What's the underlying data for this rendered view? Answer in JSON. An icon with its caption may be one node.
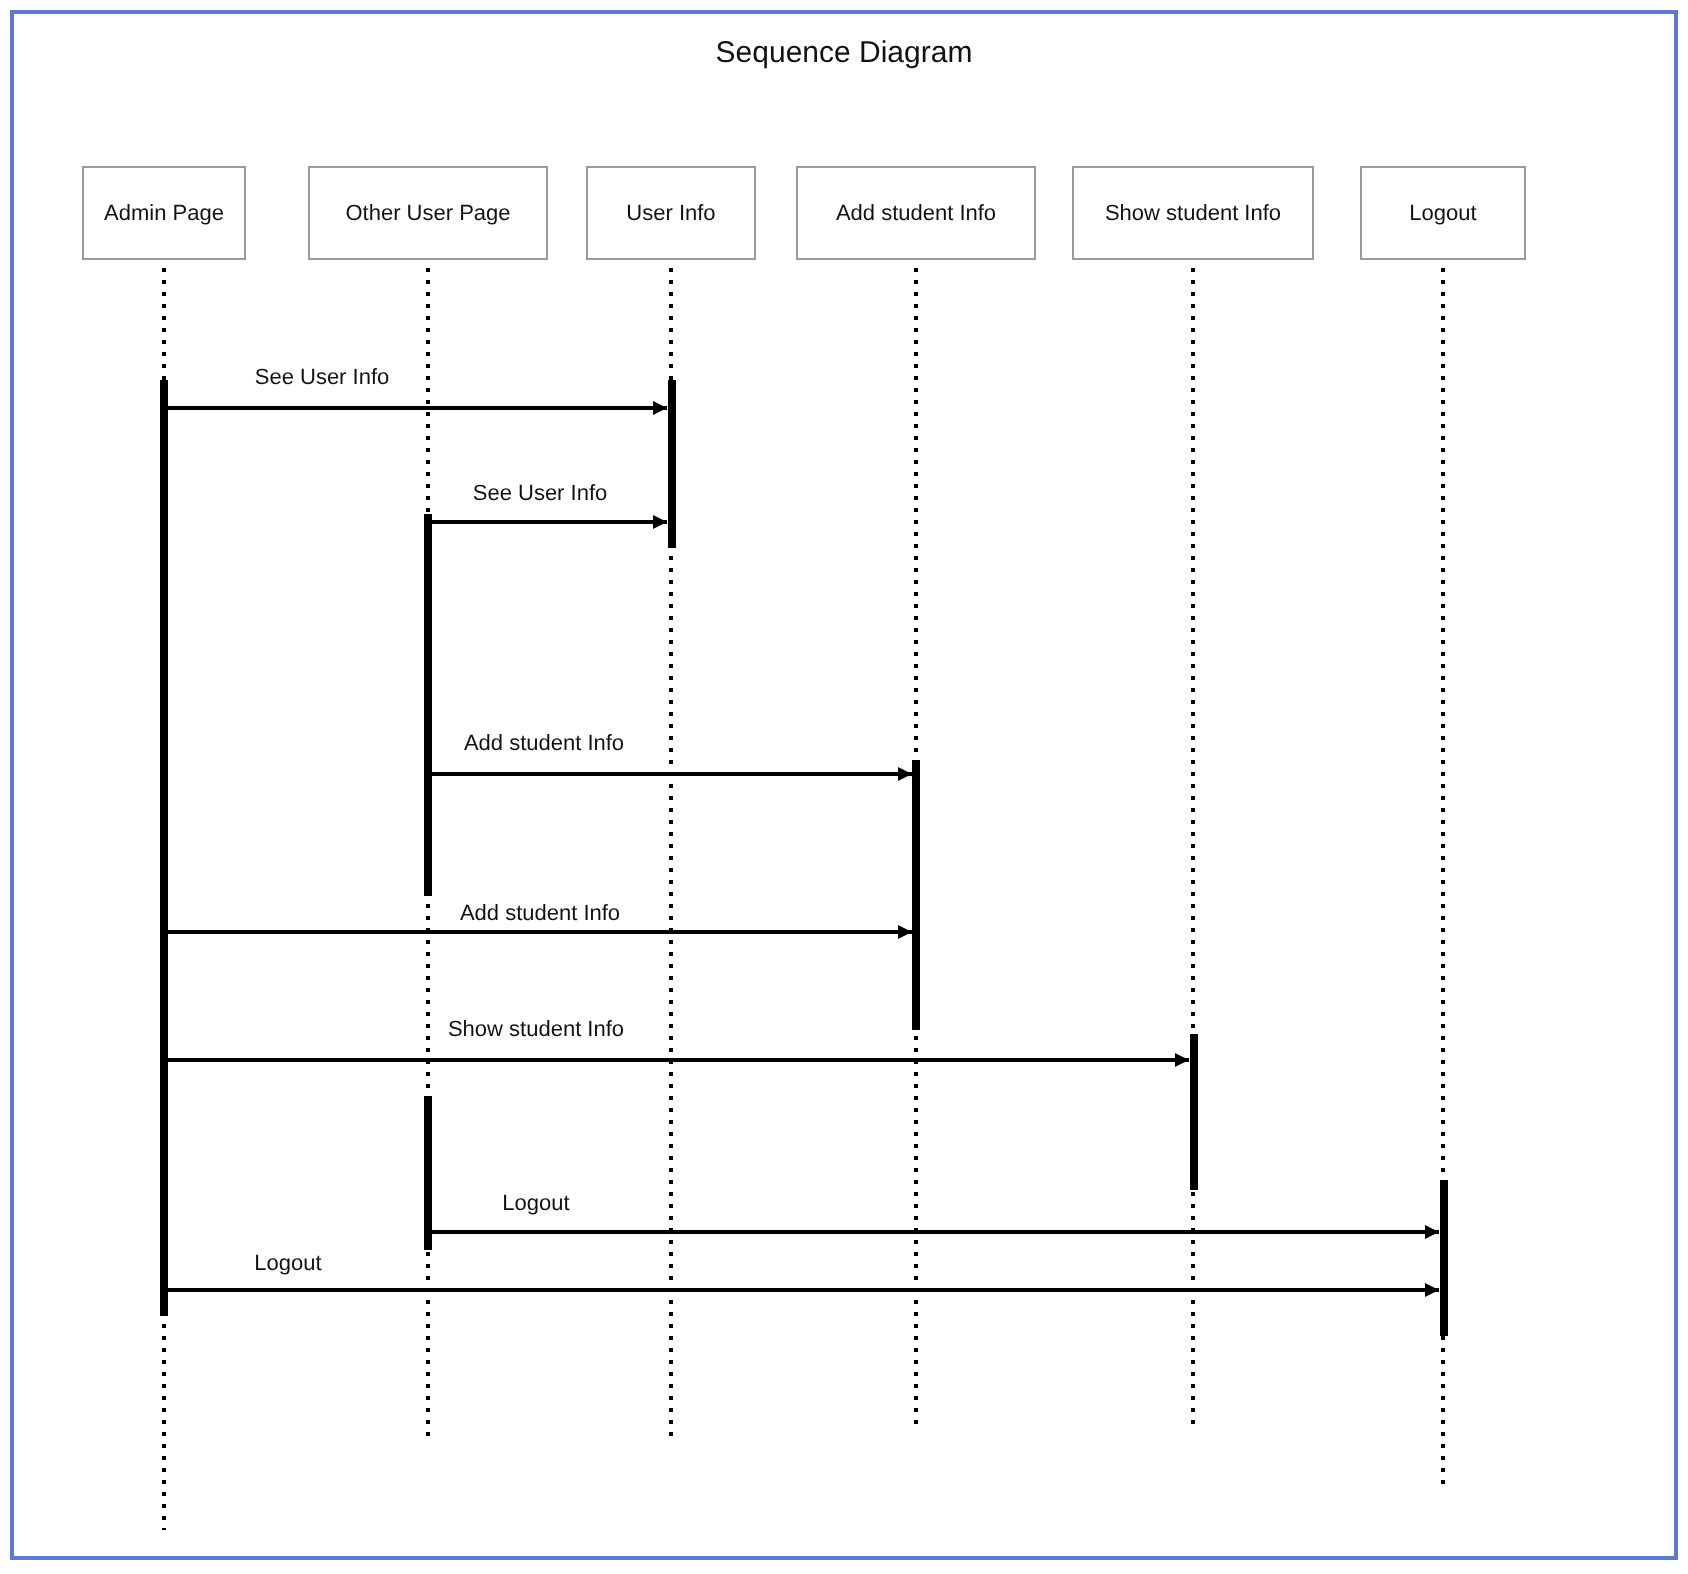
{
  "diagram": {
    "title": "Sequence Diagram",
    "nodes": [
      {
        "text": [
          "Admin Page"
        ]
      },
      {
        "text": [
          "Other User Page"
        ]
      },
      {
        "text": [
          "User Info"
        ]
      },
      {
        "text": [
          "Add student Info"
        ]
      },
      {
        "text": [
          "Show student Info"
        ]
      },
      {
        "text": [
          "Logout"
        ]
      },
      {
        "text": [],
        "shape": "bar"
      },
      {
        "text": [],
        "shape": "bar"
      },
      {
        "text": [],
        "shape": "bar"
      },
      {
        "text": [],
        "shape": "bar"
      },
      {
        "text": [],
        "shape": "bar"
      },
      {
        "text": [],
        "shape": "bar"
      },
      {
        "text": [],
        "shape": "bar"
      }
    ],
    "edges": [
      {
        "from": 6,
        "to": 9,
        "arrow": "to",
        "label": "See User Info"
      },
      {
        "from": 7,
        "to": 9,
        "arrow": "to",
        "label": "See User Info"
      },
      {
        "from": 7,
        "to": 10,
        "arrow": "to",
        "label": "Add student Info"
      },
      {
        "from": 6,
        "to": 10,
        "arrow": "to",
        "label": "Add student Info"
      },
      {
        "from": 6,
        "to": 11,
        "arrow": "to",
        "label": "Show student Info"
      },
      {
        "from": 8,
        "to": 12,
        "arrow": "to",
        "label": "Logout"
      },
      {
        "from": 6,
        "to": 12,
        "arrow": "to",
        "label": "Logout"
      }
    ]
  }
}
